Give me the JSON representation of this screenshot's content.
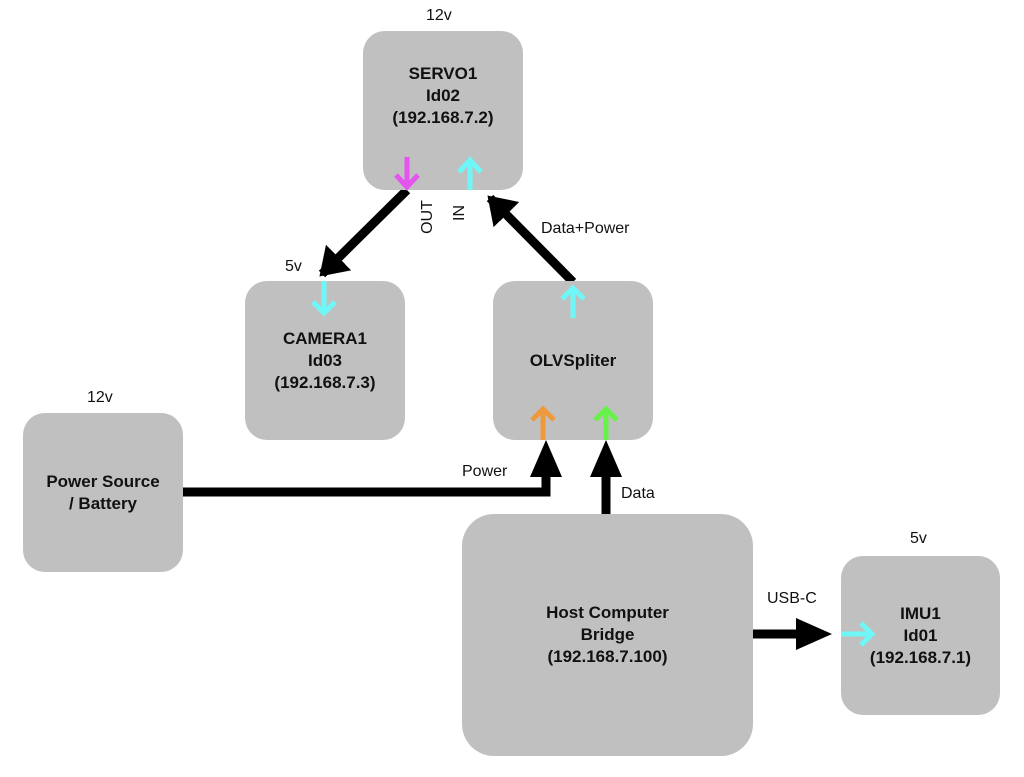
{
  "colors": {
    "node_fill": "#c0c0c0",
    "wire": "#000000",
    "port_out": "#e455f0",
    "port_in": "#6ff7f7",
    "port_power": "#ee9a3c",
    "port_data": "#66f24a"
  },
  "nodes": {
    "servo": {
      "lines": [
        "SERVO1",
        "Id02",
        "(192.168.7.2)"
      ],
      "voltage": "12v"
    },
    "camera": {
      "lines": [
        "CAMERA1",
        "Id03",
        "(192.168.7.3)"
      ],
      "voltage": "5v"
    },
    "splitter": {
      "lines": [
        "OLVSpliter"
      ]
    },
    "battery": {
      "lines": [
        "Power Source",
        "/ Battery"
      ],
      "voltage": "12v"
    },
    "host": {
      "lines": [
        "Host Computer",
        "Bridge",
        "(192.168.7.100)"
      ]
    },
    "imu": {
      "lines": [
        "IMU1",
        "Id01",
        "(192.168.7.1)"
      ],
      "voltage": "5v"
    }
  },
  "edges": {
    "servo_out_label": "OUT",
    "servo_in_label": "IN",
    "data_power": "Data+Power",
    "power": "Power",
    "data": "Data",
    "usbc": "USB-C"
  }
}
